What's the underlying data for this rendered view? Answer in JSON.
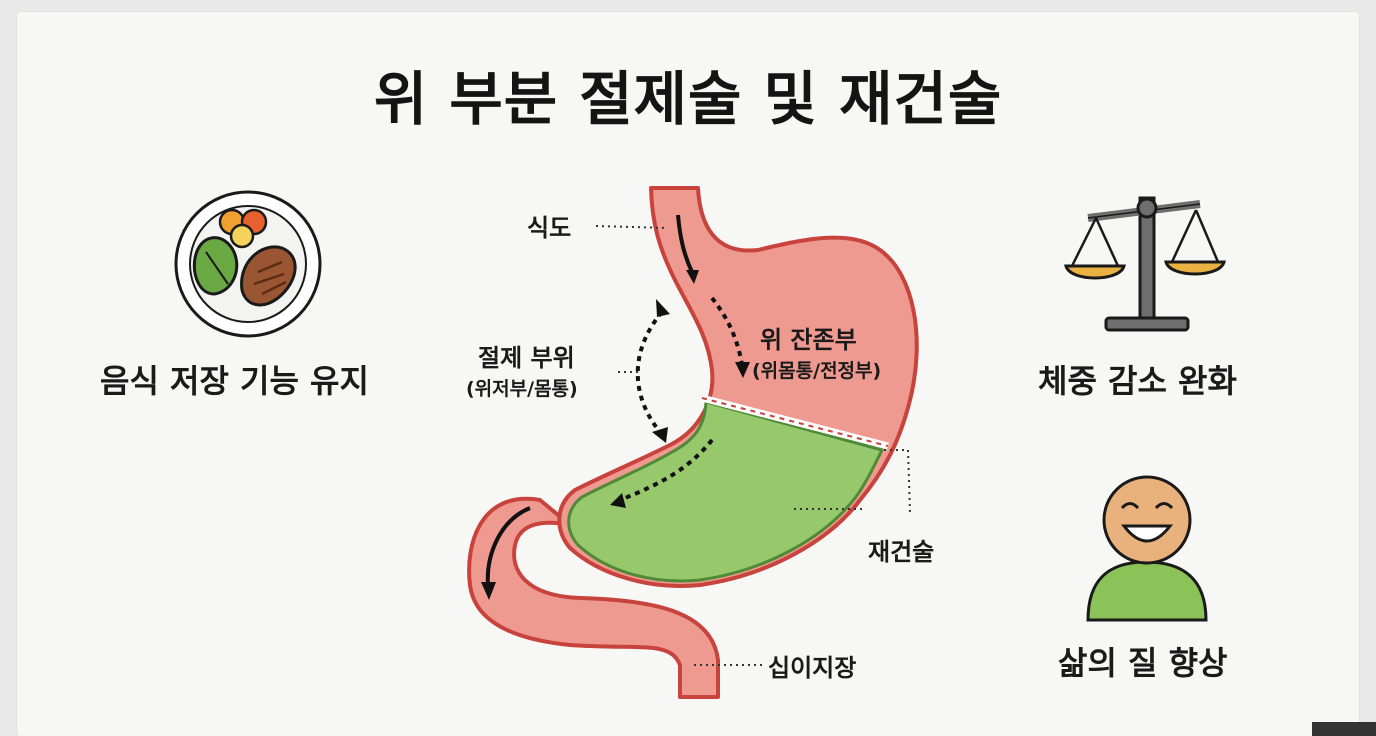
{
  "title": "위 부분 절제술 및 재건술",
  "benefits": {
    "food_storage": "음식 저장 기능 유지",
    "weight_loss": "체중 감소 완화",
    "quality_of_life": "삶의 질 향상"
  },
  "anatomy": {
    "esophagus": "식도",
    "resection_site": "절제 부위",
    "resection_site_sub": "(위저부/몸통)",
    "remnant": "위 잔존부",
    "remnant_sub": "(위몸통/전정부)",
    "reconstruction": "재건술",
    "duodenum": "십이지장"
  },
  "colors": {
    "stomach_fill": "#ee9a90",
    "stomach_outline": "#c7433c",
    "reconstruction_fill": "#97c86c",
    "arrow": "#111111"
  },
  "icons": [
    "plate-icon",
    "balance-scale-icon",
    "smiling-person-icon"
  ]
}
